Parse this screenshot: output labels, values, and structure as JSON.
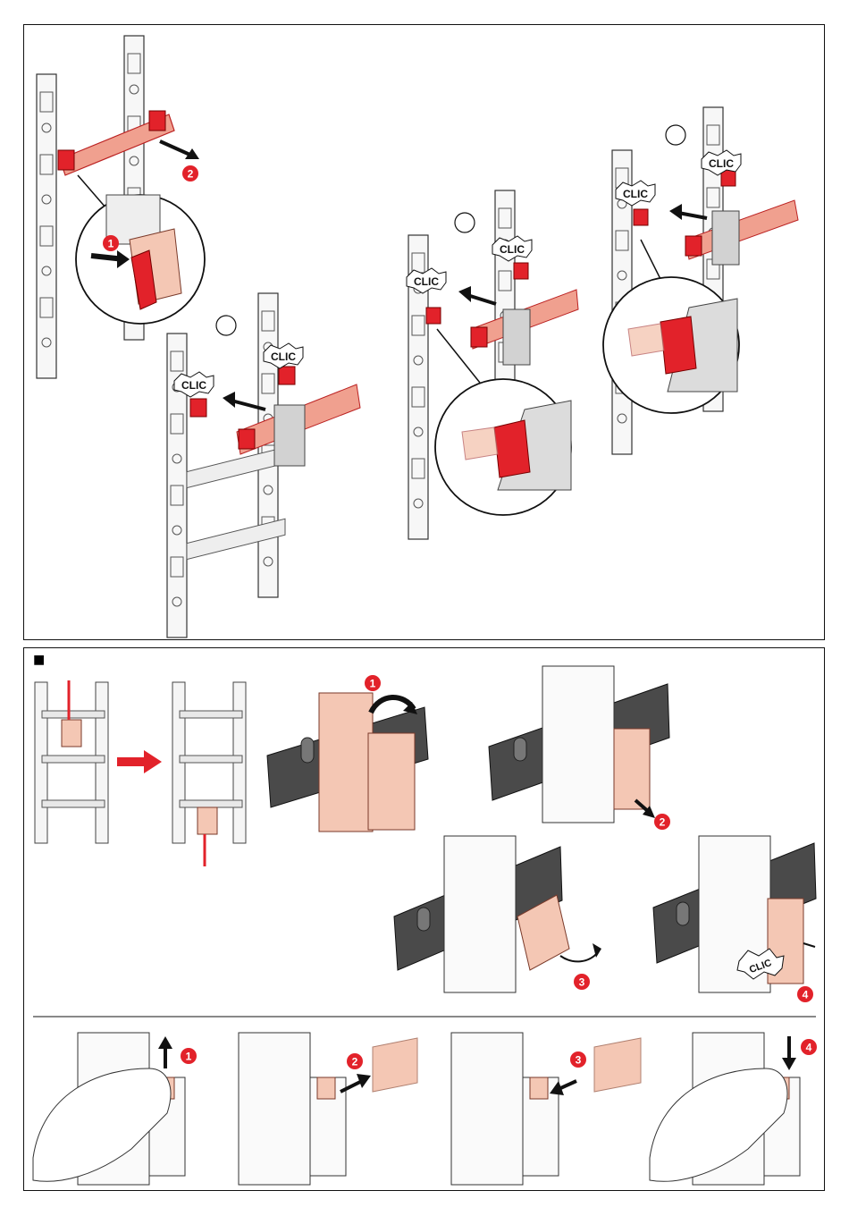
{
  "colors": {
    "frame": "#111111",
    "accent_red": "#e2222a",
    "salmon": "#f4c7b4",
    "gray_device": "#d2d2d2",
    "rail_dark": "#4a4a4a"
  },
  "top_panel": {
    "steps": {
      "a": {
        "remove_label": "2",
        "unlock_label": "1"
      },
      "b": {
        "clic_label": "CLIC",
        "clic_label_2": "CLIC"
      },
      "c": {
        "clic_label": "CLIC",
        "clic_label_2": "CLIC"
      },
      "d": {
        "clic_label": "CLIC",
        "clic_label_2": "CLIC"
      }
    }
  },
  "bottom_panel": {
    "section_marker": "■",
    "module_steps": {
      "s1": "1",
      "s2": "2",
      "s3": "3",
      "s4": "4",
      "clic_label": "CLIC"
    },
    "label_steps": {
      "s1": "1",
      "s2": "2",
      "s3": "3",
      "s4": "4"
    }
  }
}
